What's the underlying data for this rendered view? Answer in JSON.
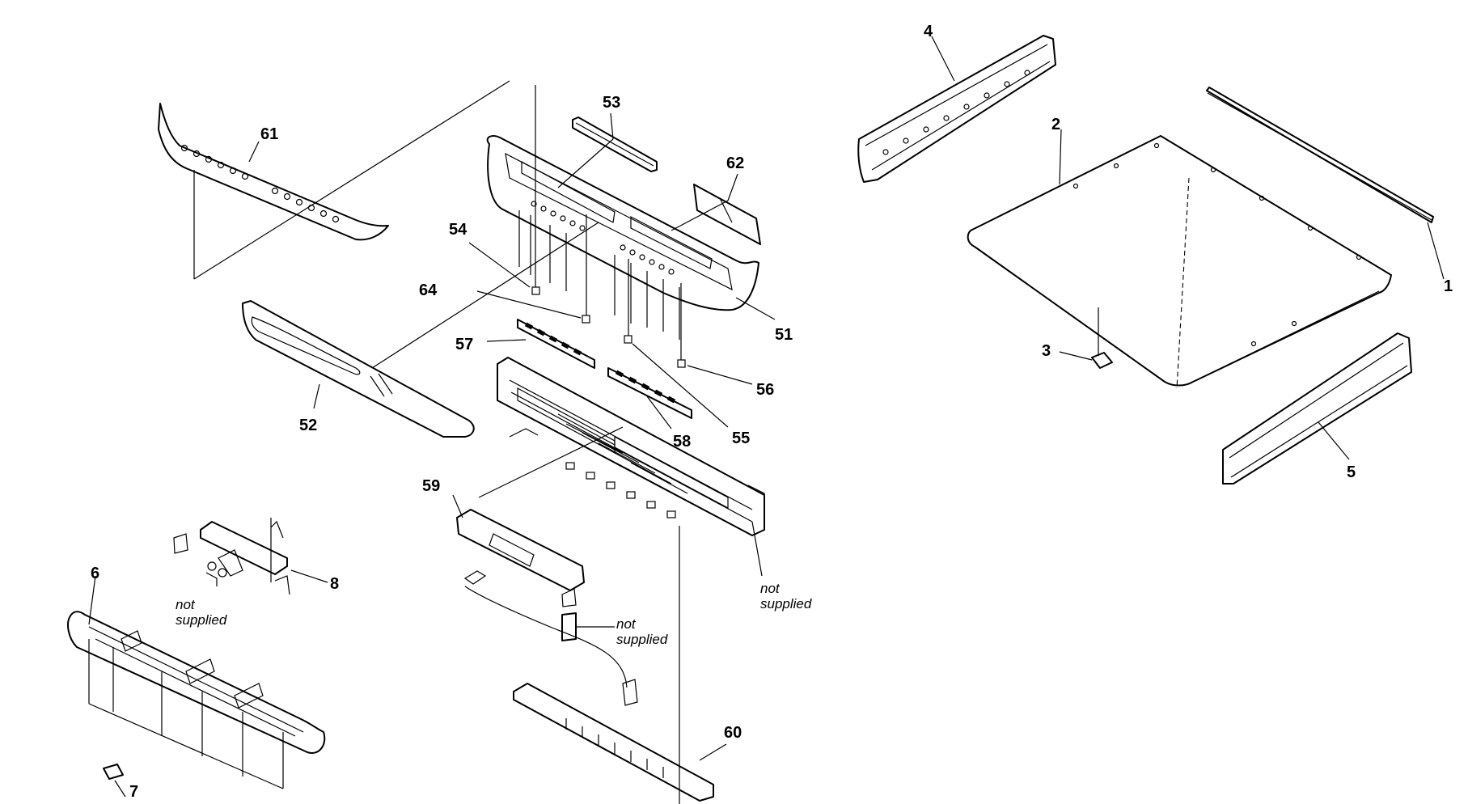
{
  "diagram": {
    "callouts": {
      "c1": "1",
      "c2": "2",
      "c3": "3",
      "c4": "4",
      "c5": "5",
      "c6": "6",
      "c7": "7",
      "c8": "8",
      "c51": "51",
      "c52": "52",
      "c53": "53",
      "c54": "54",
      "c55": "55",
      "c56": "56",
      "c57": "57",
      "c58": "58",
      "c59": "59",
      "c60": "60",
      "c61": "61",
      "c62": "62",
      "c64": "64"
    },
    "notes": {
      "not_word": "not",
      "supplied_word": "supplied"
    }
  }
}
